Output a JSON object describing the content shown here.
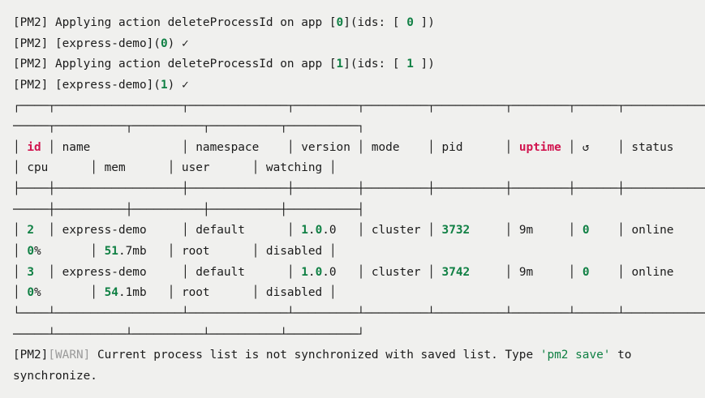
{
  "colors": {
    "background": "#f0f0ee",
    "foreground": "#1b1b1b",
    "accent_green": "#108044",
    "accent_red": "#d1154f",
    "dim_gray": "#9a9a9a"
  },
  "table": {
    "columns": [
      "id",
      "name",
      "namespace",
      "version",
      "mode",
      "pid",
      "uptime",
      "↺",
      "status",
      "cpu",
      "mem",
      "user",
      "watching"
    ],
    "rows": [
      {
        "id": "2",
        "name": "express-demo",
        "namespace": "default",
        "version": "1.0.0",
        "mode": "cluster",
        "pid": "3732",
        "uptime": "9m",
        "restarts": "0",
        "status": "online",
        "cpu": "0%",
        "mem": "51.7mb",
        "user": "root",
        "watching": "disabled"
      },
      {
        "id": "3",
        "name": "express-demo",
        "namespace": "default",
        "version": "1.0.0",
        "mode": "cluster",
        "pid": "3742",
        "uptime": "9m",
        "restarts": "0",
        "status": "online",
        "cpu": "0%",
        "mem": "54.1mb",
        "user": "root",
        "watching": "disabled"
      }
    ]
  },
  "terminal": {
    "lines": [
      {
        "name": "log-delete-action-0",
        "segments": [
          [
            "p",
            "[PM2] Applying action deleteProcessId on app ["
          ],
          [
            "g",
            "0"
          ],
          [
            "p",
            "](ids: [ "
          ],
          [
            "g",
            "0"
          ],
          [
            "p",
            " ])"
          ]
        ]
      },
      {
        "name": "log-deleted-0",
        "segments": [
          [
            "p",
            "[PM2] [express-demo]("
          ],
          [
            "g",
            "0"
          ],
          [
            "p",
            ") ✓"
          ]
        ]
      },
      {
        "name": "log-delete-action-1",
        "segments": [
          [
            "p",
            "[PM2] Applying action deleteProcessId on app ["
          ],
          [
            "g",
            "1"
          ],
          [
            "p",
            "](ids: [ "
          ],
          [
            "g",
            "1"
          ],
          [
            "p",
            " ])"
          ]
        ]
      },
      {
        "name": "log-deleted-1",
        "segments": [
          [
            "p",
            "[PM2] [express-demo]("
          ],
          [
            "g",
            "1"
          ],
          [
            "p",
            ") ✓"
          ]
        ]
      },
      {
        "name": "table-border-top-a",
        "segments": [
          [
            "p",
            "┌────┬──────────────────┬──────────────┬─────────┬─────────┬──────────┬────────┬──────┬─────────────"
          ]
        ]
      },
      {
        "name": "table-border-top-b",
        "segments": [
          [
            "p",
            "─────┬──────────┬──────────┬──────────┬──────────┐"
          ]
        ]
      },
      {
        "name": "table-header-a",
        "segments": [
          [
            "p",
            "│ "
          ],
          [
            "r",
            "id"
          ],
          [
            "p",
            " │ name             │ namespace    │ version │ mode    │ pid      │ "
          ],
          [
            "r",
            "uptime"
          ],
          [
            "p",
            " │ ↺    │ status"
          ]
        ]
      },
      {
        "name": "table-header-b",
        "segments": [
          [
            "p",
            "│ cpu      │ mem      │ user      │ watching │"
          ]
        ]
      },
      {
        "name": "table-border-mid-a",
        "segments": [
          [
            "p",
            "├────┼──────────────────┼──────────────┼─────────┼─────────┼──────────┼────────┼──────┼─────────────"
          ]
        ]
      },
      {
        "name": "table-border-mid-b",
        "segments": [
          [
            "p",
            "─────┼──────────┼──────────┼──────────┼──────────┤"
          ]
        ]
      },
      {
        "name": "table-row-1-a",
        "segments": [
          [
            "p",
            "│ "
          ],
          [
            "g",
            "2"
          ],
          [
            "p",
            "  │ express-demo     │ default      │ "
          ],
          [
            "g",
            "1"
          ],
          [
            "p",
            "."
          ],
          [
            "g",
            "0"
          ],
          [
            "p",
            ".0   │ cluster │ "
          ],
          [
            "g",
            "3732"
          ],
          [
            "p",
            "     │ 9m     │ "
          ],
          [
            "g",
            "0"
          ],
          [
            "p",
            "    │ online"
          ]
        ]
      },
      {
        "name": "table-row-1-b",
        "segments": [
          [
            "p",
            "│ "
          ],
          [
            "g",
            "0"
          ],
          [
            "p",
            "%       │ "
          ],
          [
            "g",
            "51"
          ],
          [
            "p",
            ".7mb   │ root      │ disabled │"
          ]
        ]
      },
      {
        "name": "table-row-2-a",
        "segments": [
          [
            "p",
            "│ "
          ],
          [
            "g",
            "3"
          ],
          [
            "p",
            "  │ express-demo     │ default      │ "
          ],
          [
            "g",
            "1"
          ],
          [
            "p",
            "."
          ],
          [
            "g",
            "0"
          ],
          [
            "p",
            ".0   │ cluster │ "
          ],
          [
            "g",
            "3742"
          ],
          [
            "p",
            "     │ 9m     │ "
          ],
          [
            "g",
            "0"
          ],
          [
            "p",
            "    │ online"
          ]
        ]
      },
      {
        "name": "table-row-2-b",
        "segments": [
          [
            "p",
            "│ "
          ],
          [
            "g",
            "0"
          ],
          [
            "p",
            "%       │ "
          ],
          [
            "g",
            "54"
          ],
          [
            "p",
            ".1mb   │ root      │ disabled │"
          ]
        ]
      },
      {
        "name": "table-border-bottom-a",
        "segments": [
          [
            "p",
            "└────┴──────────────────┴──────────────┴─────────┴─────────┴──────────┴────────┴──────┴─────────────"
          ]
        ]
      },
      {
        "name": "table-border-bottom-b",
        "segments": [
          [
            "p",
            "─────┴──────────┴──────────┴──────────┴──────────┘"
          ]
        ]
      },
      {
        "name": "log-warn-sync",
        "segments": [
          [
            "p",
            "[PM2]"
          ],
          [
            "d",
            "[WARN]"
          ],
          [
            "p",
            " Current process list is not synchronized with saved list. Type "
          ],
          [
            "gn",
            "'pm2 save'"
          ],
          [
            "p",
            " to"
          ]
        ]
      },
      {
        "name": "log-warn-sync-wrap",
        "segments": [
          [
            "p",
            "synchronize."
          ]
        ]
      }
    ]
  }
}
